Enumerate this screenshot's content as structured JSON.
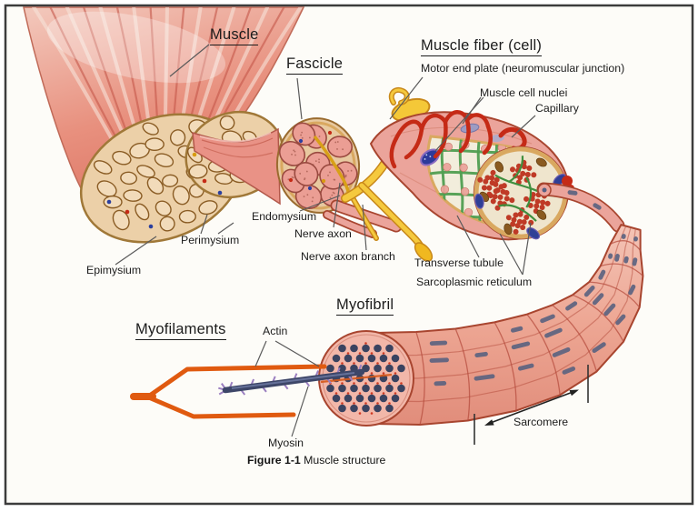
{
  "figure": {
    "caption_bold": "Figure 1-1",
    "caption_rest": " Muscle structure"
  },
  "labels": {
    "muscle": "Muscle",
    "fascicle": "Fascicle",
    "muscle_fiber": "Muscle fiber (cell)",
    "motor_end_plate": "Motor end plate (neuromuscular junction)",
    "muscle_cell_nuclei": "Muscle cell nuclei",
    "capillary": "Capillary",
    "endomysium": "Endomysium",
    "nerve_axon": "Nerve axon",
    "nerve_axon_branch": "Nerve axon branch",
    "perimysium": "Perimysium",
    "epimysium": "Epimysium",
    "transverse_tubule": "Transverse tubule",
    "sarcoplasmic_reticulum": "Sarcoplasmic reticulum",
    "myofibril": "Myofibril",
    "myofilaments": "Myofilaments",
    "actin": "Actin",
    "myosin": "Myosin",
    "sarcomere": "Sarcomere"
  },
  "colors": {
    "muscle_pink": "#e8907e",
    "cross_section_tan": "#ecd0a8",
    "nerve_yellow": "#f5c93e",
    "capillary_red": "#c52a16",
    "sarcoplasmic_green": "#4f9e50",
    "nucleus_blue": "#2f3f96",
    "myofilament_orange": "#e05a10",
    "myosin_slate": "#3d4668",
    "label_text": "#1c1c1c"
  }
}
